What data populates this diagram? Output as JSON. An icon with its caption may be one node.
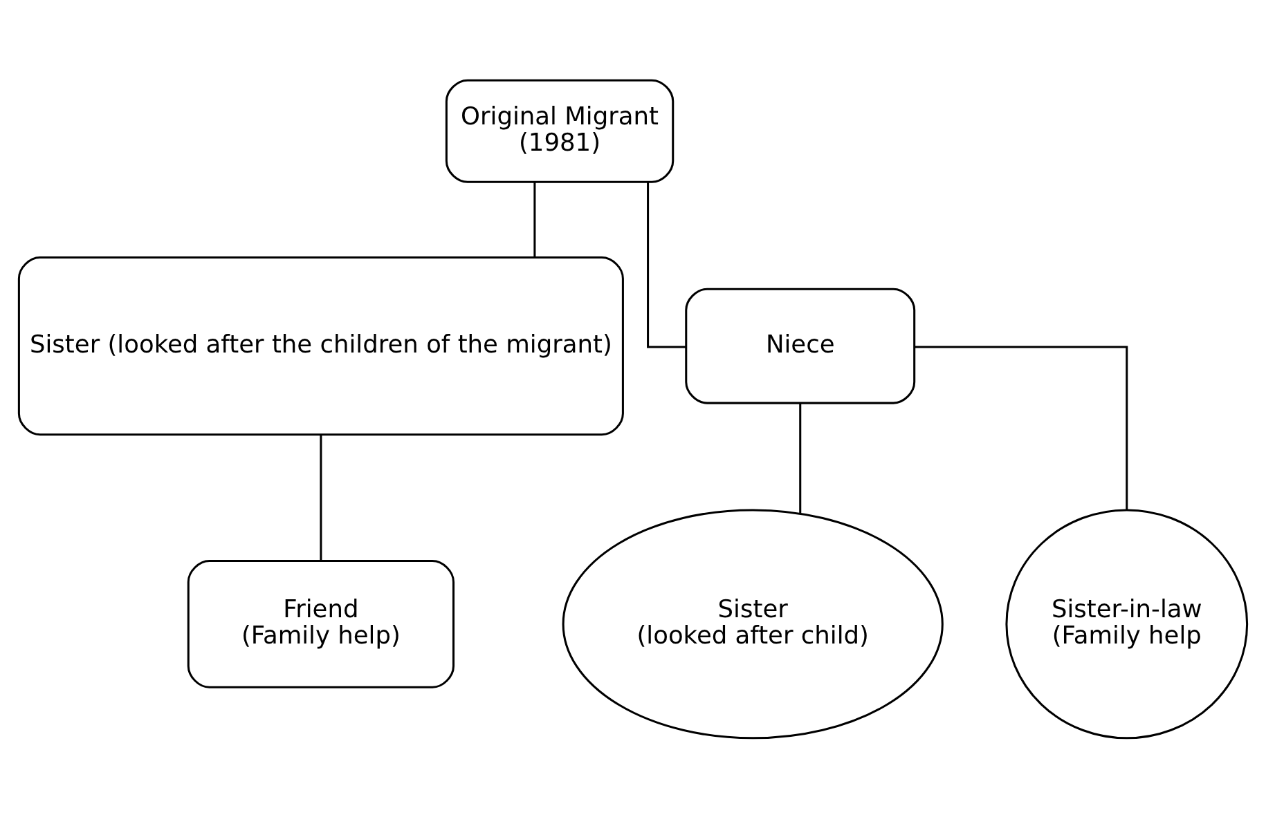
{
  "diagram": {
    "nodes": [
      {
        "text": [
          "Original Migrant",
          "(1981)"
        ]
      },
      {
        "text": [
          "Sister (looked after the children of the migrant)"
        ]
      },
      {
        "text": [
          "Niece"
        ]
      },
      {
        "text": [
          "Friend",
          "(Family help)"
        ]
      },
      {
        "text": [
          "Sister",
          "(looked after child)"
        ]
      },
      {
        "text": [
          "Sister-in-law",
          "(Family help"
        ]
      }
    ],
    "edges": [
      {
        "from": 0,
        "to": 1,
        "arrow": "none"
      },
      {
        "from": 0,
        "to": 2,
        "arrow": "none"
      },
      {
        "from": 1,
        "to": 3,
        "arrow": "none"
      },
      {
        "from": 2,
        "to": 4,
        "arrow": "none"
      },
      {
        "from": 2,
        "to": 5,
        "arrow": "none"
      }
    ]
  }
}
